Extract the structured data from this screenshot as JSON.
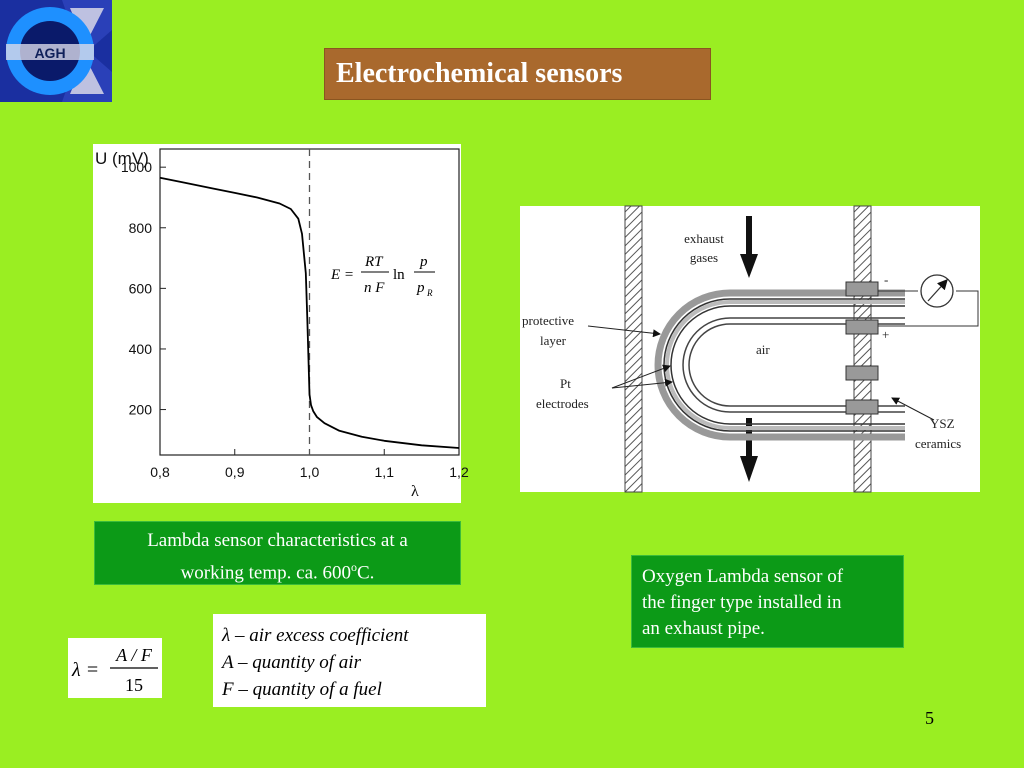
{
  "slide": {
    "title": "Electrochemical sensors",
    "page_number": "5",
    "logo_text": "AGH"
  },
  "chart_caption": {
    "line1": "Lambda sensor characteristics at a",
    "line2_prefix": "working temp. ca. 600",
    "line2_sup": "o",
    "line2_suffix": "C."
  },
  "diagram_caption": {
    "line1": "Oxygen Lambda sensor of",
    "line2": "the finger type installed in",
    "line3": "an exhaust pipe."
  },
  "lambda_formula": {
    "lhs": "λ =",
    "numerator": "A / F",
    "denominator": "15"
  },
  "legend": {
    "line1": "λ – air excess coefficient",
    "line2": "A – quantity of air",
    "line3": "F – quantity of a fuel"
  },
  "nernst_equation": {
    "lhs": "E =",
    "frac1_num": "RT",
    "frac1_den": "n F",
    "ln": "ln",
    "frac2_num": "p",
    "frac2_den": "p",
    "frac2_den_sub": "R"
  },
  "diagram": {
    "label_exhaust_1": "exhaust",
    "label_exhaust_2": "gases",
    "label_protective_1": "protective",
    "label_protective_2": "layer",
    "label_air": "air",
    "label_pt_1": "Pt",
    "label_pt_2": "electrodes",
    "label_ysz_1": "YSZ",
    "label_ysz_2": "ceramics",
    "label_minus": "-",
    "label_plus": "+"
  },
  "chart_data": {
    "type": "line",
    "ylabel": "U (mV)",
    "xlabel": "λ",
    "xlim": [
      0.8,
      1.2
    ],
    "ylim": [
      50,
      1060
    ],
    "x_ticks": [
      0.8,
      0.9,
      1.0,
      1.1,
      1.2
    ],
    "x_tick_labels": [
      "0,8",
      "0,9",
      "1,0",
      "1,1",
      "1,2"
    ],
    "y_ticks": [
      200,
      400,
      600,
      800,
      1000
    ],
    "y_tick_labels": [
      "200",
      "400",
      "600",
      "800",
      "1000"
    ],
    "grid": false,
    "reference_line_x": 1.0,
    "series": [
      {
        "x": [
          0.8,
          0.83,
          0.87,
          0.9,
          0.93,
          0.96,
          0.975,
          0.985,
          0.99,
          0.995,
          0.997,
          0.999,
          1.0,
          1.002,
          1.005,
          1.01,
          1.02,
          1.04,
          1.07,
          1.1,
          1.15,
          1.2
        ],
        "y": [
          965,
          950,
          930,
          915,
          900,
          880,
          862,
          830,
          780,
          650,
          500,
          330,
          250,
          215,
          195,
          175,
          155,
          130,
          110,
          97,
          82,
          73
        ]
      }
    ]
  }
}
